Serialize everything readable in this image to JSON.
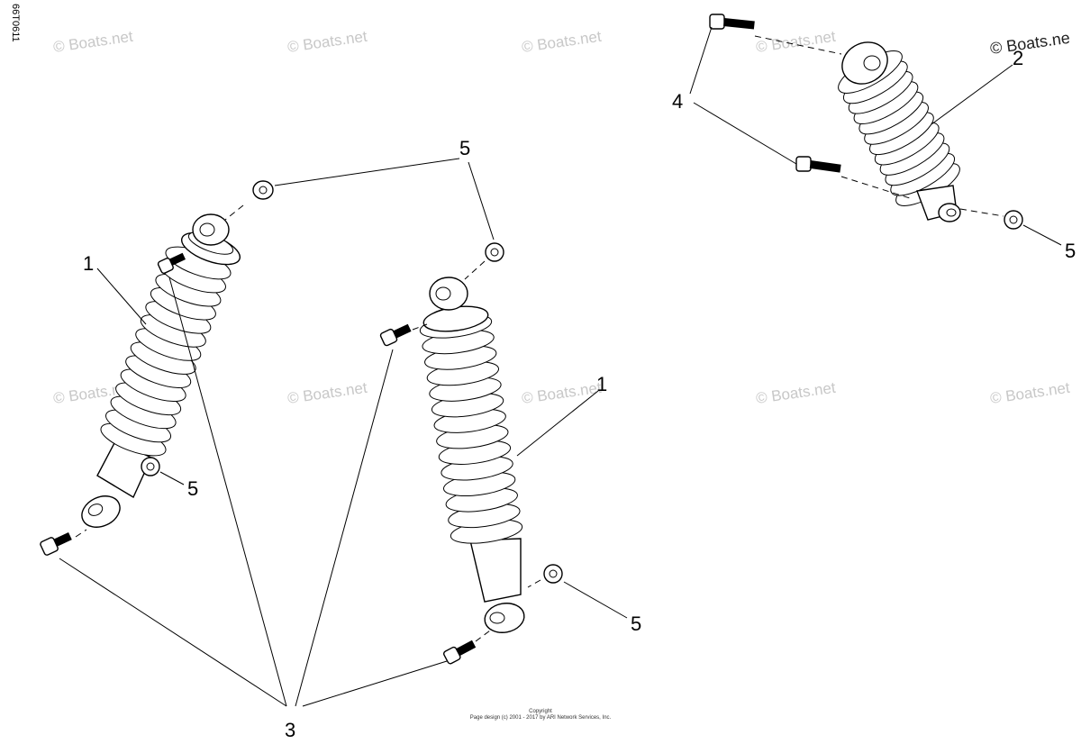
{
  "diagram_code": "66T0611",
  "watermark_text": "© Boats.net",
  "watermark_text_cut": "© Boats.ne",
  "copyright": {
    "line1": "Copyright",
    "line2": "Page design (c) 2001 - 2017 by ARI Network Services, Inc."
  },
  "callouts": {
    "c1_left": "1",
    "c1_right": "1",
    "c2": "2",
    "c3": "3",
    "c4": "4",
    "c5_top": "5",
    "c5_left": "5",
    "c5_bottom": "5",
    "c5_right": "5"
  }
}
